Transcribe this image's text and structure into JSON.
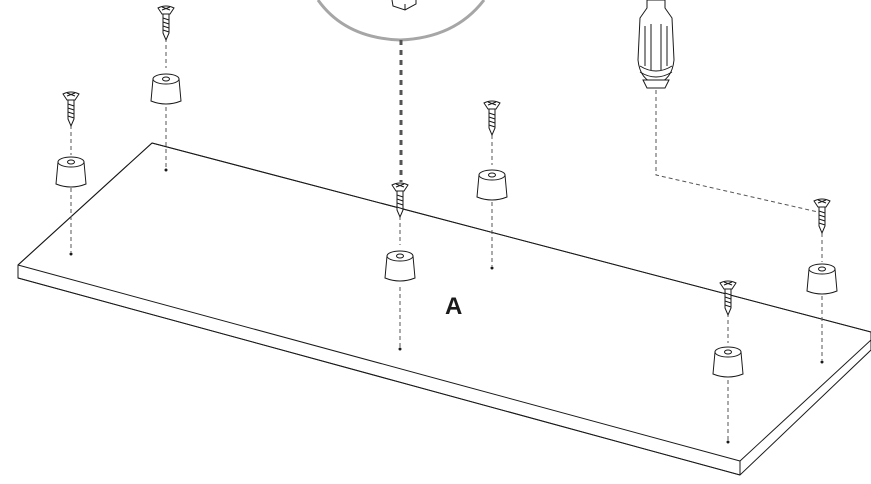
{
  "diagram": {
    "part_label": "A",
    "screws": 6,
    "feet": 6,
    "tool": "screwdriver-icon"
  },
  "colors": {
    "stroke": "#1a1a1a",
    "dash": "#555555",
    "callout_ring": "#a6a6a6",
    "background": "#ffffff"
  }
}
